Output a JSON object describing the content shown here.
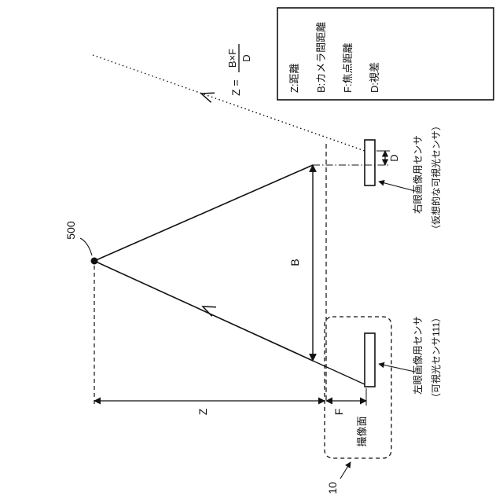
{
  "figure": {
    "formula": {
      "lhs": "Z =",
      "numerator": "B×F",
      "denominator": "D"
    },
    "legend": [
      "Z:距離",
      "B:カメラ間距離",
      "F:焦点距離",
      "D:視差"
    ],
    "point_label": "500",
    "device_label": "10",
    "imaging_plane_label": "撮像面",
    "right_sensor": {
      "line1": "右眼画像用センサ",
      "line2": "（仮想的な可視光センサ）"
    },
    "left_sensor": {
      "line1": "左眼画像用センサ",
      "line2": "（可視光センサ111）"
    },
    "dims": {
      "z": "Z",
      "b": "B",
      "f": "F",
      "d": "D"
    }
  },
  "colors": {
    "ink": "#111111",
    "bg": "#ffffff"
  }
}
